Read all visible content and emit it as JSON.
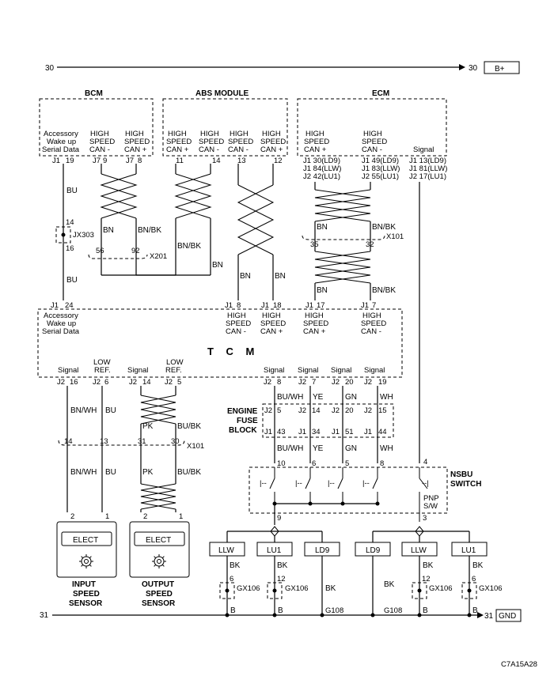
{
  "rails": {
    "top_left": "30",
    "top_right": "30",
    "top_label": "B+",
    "bottom_left": "31",
    "bottom_right": "31",
    "bottom_label": "GND"
  },
  "modules": {
    "bcm": {
      "title": "BCM",
      "acc": [
        "Accessory",
        "Wake up",
        "Serial Data"
      ],
      "hs_minus": [
        "HIGH",
        "SPEED",
        "CAN -"
      ],
      "hs_plus": [
        "HIGH",
        "SPEED",
        "CAN +"
      ],
      "pins": [
        "J1",
        "19",
        "J7",
        "9",
        "J7",
        "8"
      ]
    },
    "abs": {
      "title": "ABS MODULE",
      "c1": [
        "HIGH",
        "SPEED",
        "CAN +"
      ],
      "c2": [
        "HIGH",
        "SPEED",
        "CAN -"
      ],
      "c3": [
        "HIGH",
        "SPEED",
        "CAN -"
      ],
      "c4": [
        "HIGH",
        "SPEED",
        "CAN +"
      ],
      "pins": [
        "11",
        "14",
        "13",
        "12"
      ]
    },
    "ecm": {
      "title": "ECM",
      "c1": [
        "HIGH",
        "SPEED",
        "CAN +"
      ],
      "c2": [
        "HIGH",
        "SPEED",
        "CAN -"
      ],
      "signal": "Signal",
      "pins_a": [
        "J1 30(LD9)",
        "J1 84(LLW)",
        "J2 42(LU1)"
      ],
      "pins_b": [
        "J1 49(LD9)",
        "J1 83(LLW)",
        "J2 55(LU1)"
      ],
      "pins_c": [
        "J1 13(LD9)",
        "J1 81(LLW)",
        "J2 17(LU1)"
      ]
    },
    "tcm": {
      "title": "T C M",
      "acc": [
        "Accessory",
        "Wake up",
        "Serial Data"
      ],
      "acc_pin": [
        "J1",
        "24"
      ],
      "hs": [
        [
          "HIGH",
          "SPEED",
          "CAN -"
        ],
        [
          "HIGH",
          "SPEED",
          "CAN +"
        ],
        [
          "HIGH",
          "SPEED",
          "CAN +"
        ],
        [
          "HIGH",
          "SPEED",
          "CAN -"
        ]
      ],
      "hs_pins": [
        [
          "J1",
          "8"
        ],
        [
          "J1",
          "18"
        ],
        [
          "J1",
          "17"
        ],
        [
          "J1",
          "7"
        ]
      ],
      "bottom_labels": [
        "Signal",
        [
          "LOW",
          "REF."
        ],
        "Signal",
        [
          "LOW",
          "REF."
        ],
        "Signal",
        "Signal",
        "Signal",
        "Signal"
      ],
      "bottom_pins": [
        [
          "J2",
          "16"
        ],
        [
          "J2",
          "6"
        ],
        [
          "J2",
          "14"
        ],
        [
          "J2",
          "5"
        ],
        [
          "J2",
          "8"
        ],
        [
          "J2",
          "7"
        ],
        [
          "J2",
          "20"
        ],
        [
          "J2",
          "19"
        ]
      ]
    }
  },
  "connectors": {
    "jx303": {
      "label": "JX303",
      "top": "14",
      "bottom": "16"
    },
    "x201": {
      "label": "X201",
      "left": "56",
      "right": "92"
    },
    "x101_top": {
      "label": "X101",
      "left": "35",
      "right": "32"
    },
    "x101_bottom": {
      "label": "X101",
      "pins": [
        "14",
        "13",
        "31",
        "30"
      ]
    }
  },
  "wires": {
    "bu": "BU",
    "bn": "BN",
    "bnbk": "BN/BK",
    "bnwh": "BN/WH",
    "pk": "PK",
    "buBk": "BU/BK",
    "buwh": "BU/WH",
    "ye": "YE",
    "gn": "GN",
    "wh": "WH",
    "bk": "BK",
    "b": "B"
  },
  "fuse_block": {
    "label": [
      "ENGINE",
      "FUSE",
      "BLOCK"
    ],
    "top_pins": [
      [
        "J2",
        "5"
      ],
      [
        "J2",
        "14"
      ],
      [
        "J2",
        "20"
      ],
      [
        "J2",
        "15"
      ]
    ],
    "bottom_pins": [
      [
        "J1",
        "43"
      ],
      [
        "J1",
        "34"
      ],
      [
        "J1",
        "51"
      ],
      [
        "J1",
        "44"
      ]
    ]
  },
  "nsbu": {
    "label": [
      "NSBU",
      "SWITCH"
    ],
    "top_pins": [
      "10",
      "6",
      "5",
      "8",
      "4"
    ],
    "pnp": [
      "PNP",
      "S/W"
    ],
    "out_pins": [
      "9",
      "3"
    ]
  },
  "sensors": {
    "input": {
      "elect": "ELECT",
      "name": [
        "INPUT",
        "SPEED",
        "SENSOR"
      ],
      "pins": [
        "2",
        "1"
      ]
    },
    "output": {
      "elect": "ELECT",
      "name": [
        "OUTPUT",
        "SPEED",
        "SENSOR"
      ],
      "pins": [
        "2",
        "1"
      ]
    }
  },
  "variants": [
    "LLW",
    "LU1",
    "LD9",
    "LD9",
    "LLW",
    "LU1"
  ],
  "grounds": {
    "gx106": "GX106",
    "g108": "G108",
    "pins": [
      "6",
      "12",
      "12",
      "6"
    ]
  },
  "figure_code": "C7A15A28"
}
